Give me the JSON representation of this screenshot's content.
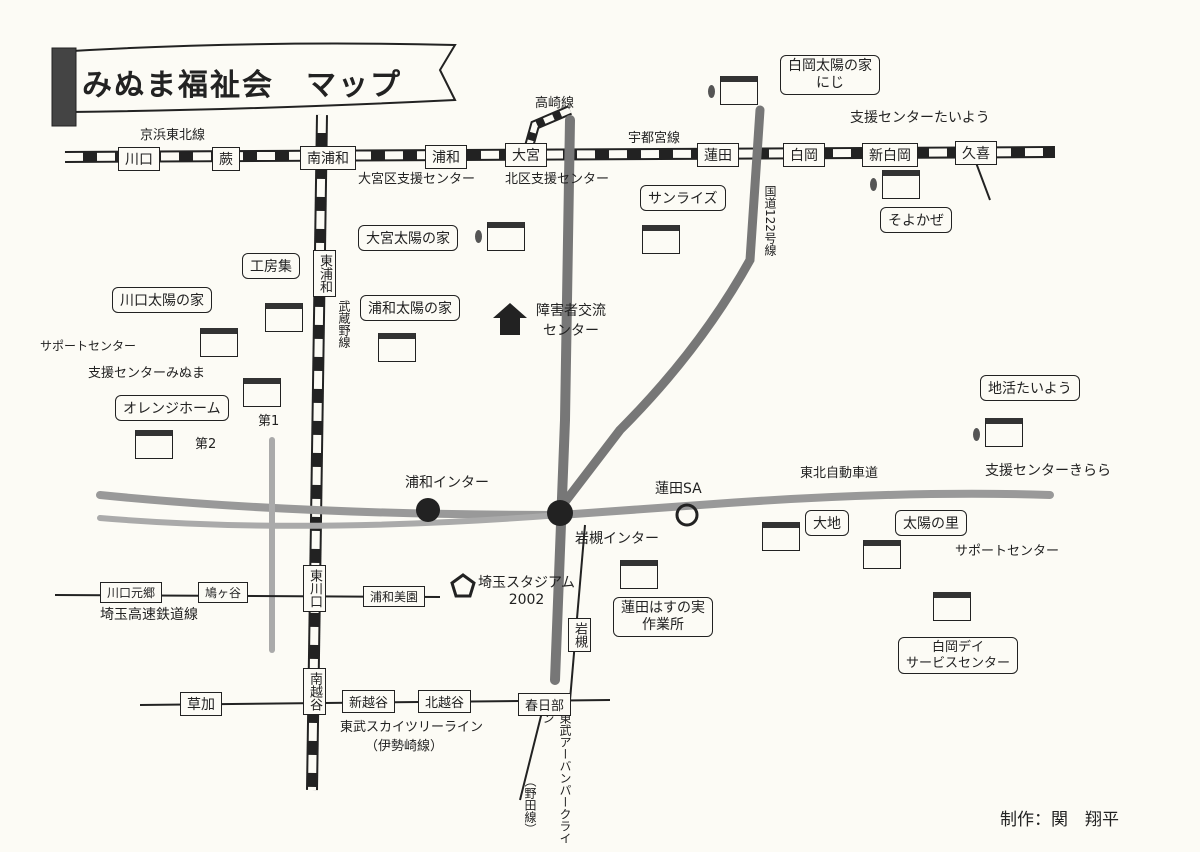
{
  "title": "みぬま福祉会　マップ",
  "lines": {
    "keihin_tohoku": "京浜東北線",
    "takasaki": "高崎線",
    "utsunomiya": "宇都宮線",
    "route122": "国道122号線",
    "musashino": "武蔵野線",
    "tohoku_expressway": "東北自動車道",
    "saitama_railway": "埼玉高速鉄道線",
    "tobu_skytree": "東武スカイツリーライン",
    "tobu_skytree_sub": "（伊勢崎線）",
    "tobu_urban": "東武アーバンパークライン",
    "tobu_urban_sub": "（野田線）"
  },
  "stations": {
    "kawaguchi": "川口",
    "warabi": "蕨",
    "minami_urawa": "南浦和",
    "urawa": "浦和",
    "omiya": "大宮",
    "hasuda": "蓮田",
    "shiraoka": "白岡",
    "shin_shiraoka": "新白岡",
    "kuki": "久喜",
    "higashi_urawa": "東浦和",
    "kawaguchi_motogo": "川口元郷",
    "hatogaya": "鳩ヶ谷",
    "higashi_kawaguchi": "東川口",
    "urawa_misono": "浦和美園",
    "iwatsuki": "岩槻",
    "soka": "草加",
    "minami_koshigaya": "南越谷",
    "shin_koshigaya": "新越谷",
    "kita_koshigaya": "北越谷",
    "kasukabe": "春日部"
  },
  "places": {
    "omiya_ku_center": "大宮区支援センター",
    "kita_ku_center": "北区支援センター",
    "sunrise": "サンライズ",
    "shiraoka_taiyo": "白岡太陽の家",
    "shiraoka_taiyo_sub": "にじ",
    "center_taiyo": "支援センターたいよう",
    "soyokaze": "そよかぜ",
    "omiya_taiyo": "大宮太陽の家",
    "kobo_shu": "工房集",
    "kawaguchi_taiyo": "川口太陽の家",
    "urawa_taiyo": "浦和太陽の家",
    "koryu_center": "障害者交流センター",
    "support_center_w": "サポートセンター",
    "center_minuma": "支援センターみぬま",
    "orange_home": "オレンジホーム",
    "dai1": "第1",
    "dai2": "第2",
    "chikatsu_taiyo": "地活たいよう",
    "center_kirara": "支援センターきらら",
    "urawa_ic": "浦和インター",
    "hasuda_sa": "蓮田SA",
    "iwatsuki_ic": "岩槻インター",
    "daichi": "大地",
    "taiyo_no_sato": "太陽の里",
    "support_center_e": "サポートセンター",
    "stadium": "埼玉スタジアム",
    "stadium_year": "2002",
    "hasunomi": "蓮田はすの実",
    "hasunomi_sub": "作業所",
    "shiraoka_day": "白岡デイ",
    "shiraoka_day_sub": "サービスセンター"
  },
  "credit": "制作：関　翔平"
}
